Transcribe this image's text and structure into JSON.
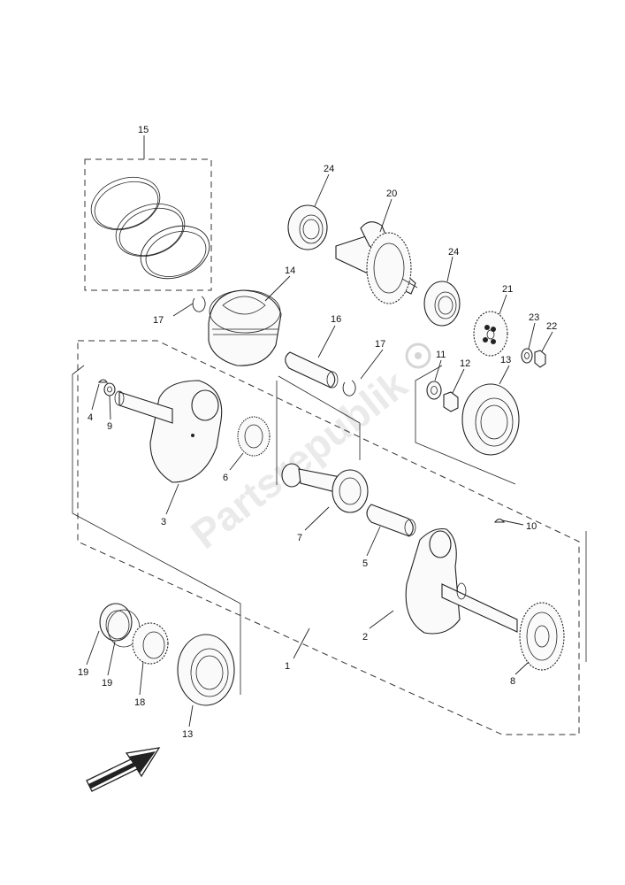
{
  "watermark": "Partsrepublik",
  "callouts": {
    "c1": "1",
    "c2": "2",
    "c3": "3",
    "c4": "4",
    "c5": "5",
    "c6": "6",
    "c7": "7",
    "c8": "8",
    "c9": "9",
    "c10": "10",
    "c11": "11",
    "c12": "12",
    "c13a": "13",
    "c13b": "13",
    "c14": "14",
    "c15": "15",
    "c16": "16",
    "c17a": "17",
    "c17b": "17",
    "c18": "18",
    "c19a": "19",
    "c19b": "19",
    "c20": "20",
    "c21": "21",
    "c22": "22",
    "c23": "23",
    "c24a": "24",
    "c24b": "24"
  }
}
